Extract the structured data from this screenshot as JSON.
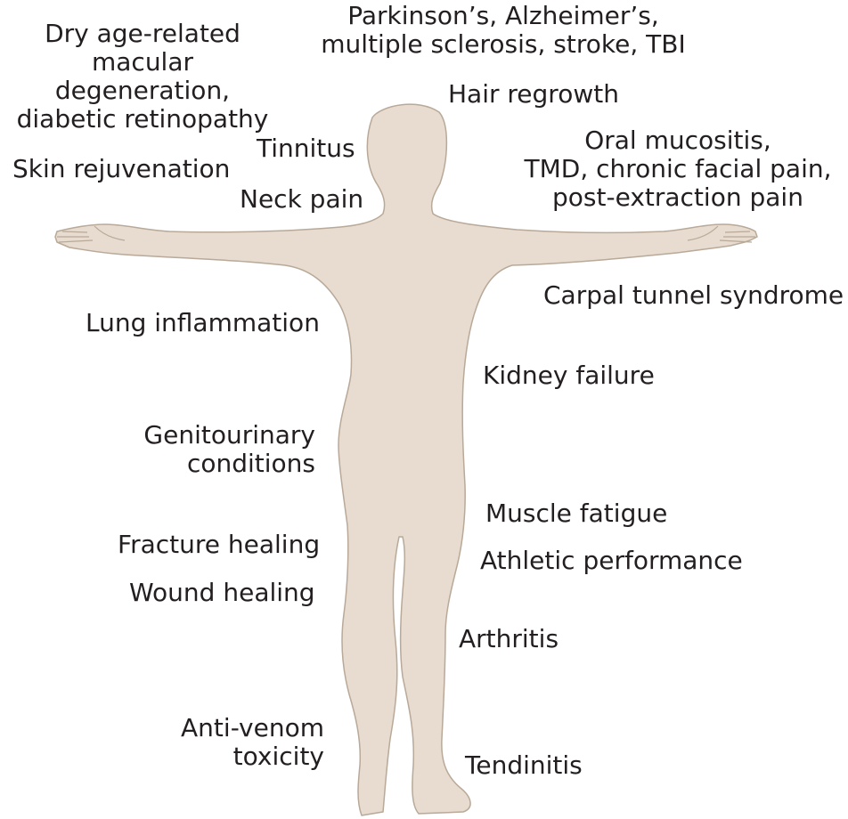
{
  "figure": {
    "body_fill": "#e7dccf",
    "body_stroke": "#b8a999",
    "text_color": "#231f20"
  },
  "labels": {
    "neuro": "Parkinson’s, Alzheimer’s,\nmultiple sclerosis, stroke, TBI",
    "eye": "Dry age-related\nmacular degeneration,\ndiabetic retinopathy",
    "hair": "Hair regrowth",
    "tinnitus": "Tinnitus",
    "skin": "Skin rejuvenation",
    "oral": "Oral mucositis,\nTMD, chronic facial pain,\npost-extraction pain",
    "neck": "Neck pain",
    "carpal": "Carpal tunnel syndrome",
    "lung": "Lung inflammation",
    "kidney": "Kidney failure",
    "genito": "Genitourinary\nconditions",
    "muscle": "Muscle fatigue",
    "fracture": "Fracture healing",
    "athletic": "Athletic performance",
    "wound": "Wound healing",
    "arthritis": "Arthritis",
    "venom": "Anti-venom\ntoxicity",
    "tendinitis": "Tendinitis"
  }
}
